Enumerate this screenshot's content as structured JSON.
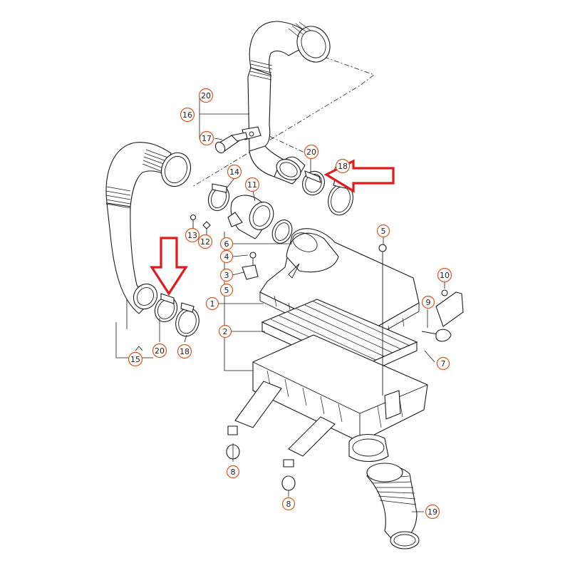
{
  "diagram": {
    "callouts": [
      {
        "id": "c1",
        "label": "1"
      },
      {
        "id": "c2",
        "label": "2"
      },
      {
        "id": "c3",
        "label": "3"
      },
      {
        "id": "c4",
        "label": "4"
      },
      {
        "id": "c5a",
        "label": "5"
      },
      {
        "id": "c5b",
        "label": "5"
      },
      {
        "id": "c6",
        "label": "6"
      },
      {
        "id": "c7",
        "label": "7"
      },
      {
        "id": "c8a",
        "label": "8"
      },
      {
        "id": "c8b",
        "label": "8"
      },
      {
        "id": "c9",
        "label": "9"
      },
      {
        "id": "c10",
        "label": "10"
      },
      {
        "id": "c11",
        "label": "11"
      },
      {
        "id": "c12",
        "label": "12"
      },
      {
        "id": "c13",
        "label": "13"
      },
      {
        "id": "c14",
        "label": "14"
      },
      {
        "id": "c15",
        "label": "15"
      },
      {
        "id": "c16",
        "label": "16"
      },
      {
        "id": "c17",
        "label": "17"
      },
      {
        "id": "c18a",
        "label": "18"
      },
      {
        "id": "c18b",
        "label": "18"
      },
      {
        "id": "c19",
        "label": "19"
      },
      {
        "id": "c20a",
        "label": "20"
      },
      {
        "id": "c20b",
        "label": "20"
      },
      {
        "id": "c20c",
        "label": "20"
      }
    ],
    "highlight_arrow_color": "#e01b1b",
    "callout_color": "#d9541e"
  }
}
